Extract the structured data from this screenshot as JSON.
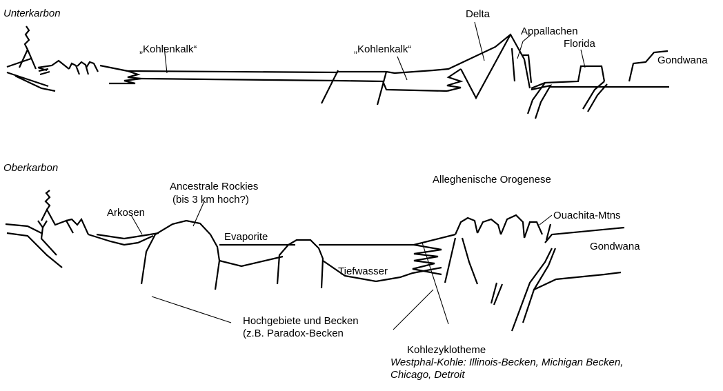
{
  "sections": {
    "upper": {
      "title": "Unterkarbon",
      "labels": {
        "kohlenkalk_left": "„Kohlenkalk“",
        "kohlenkalk_right": "„Kohlenkalk“",
        "delta": "Delta",
        "appallachen": "Appallachen",
        "florida": "Florida",
        "gondwana": "Gondwana"
      }
    },
    "lower": {
      "title": "Oberkarbon",
      "labels": {
        "arkosen": "Arkosen",
        "rockies_1": "Ancestrale Rockies",
        "rockies_2": "(bis 3 km hoch?)",
        "evaporite": "Evaporite",
        "tiefwasser": "Tiefwasser",
        "orogenese": "Alleghenische Orogenese",
        "ouachita": "Ouachita-Mtns",
        "gondwana": "Gondwana",
        "hochgebiete_1": "Hochgebiete und Becken",
        "hochgebiete_2": "(z.B. Paradox-Becken",
        "kohlezyklo": "Kohlezyklotheme",
        "westphal_1": "Westphal-Kohle: Illinois-Becken, Michigan Becken,",
        "westphal_2": "Chicago, Detroit"
      }
    }
  }
}
